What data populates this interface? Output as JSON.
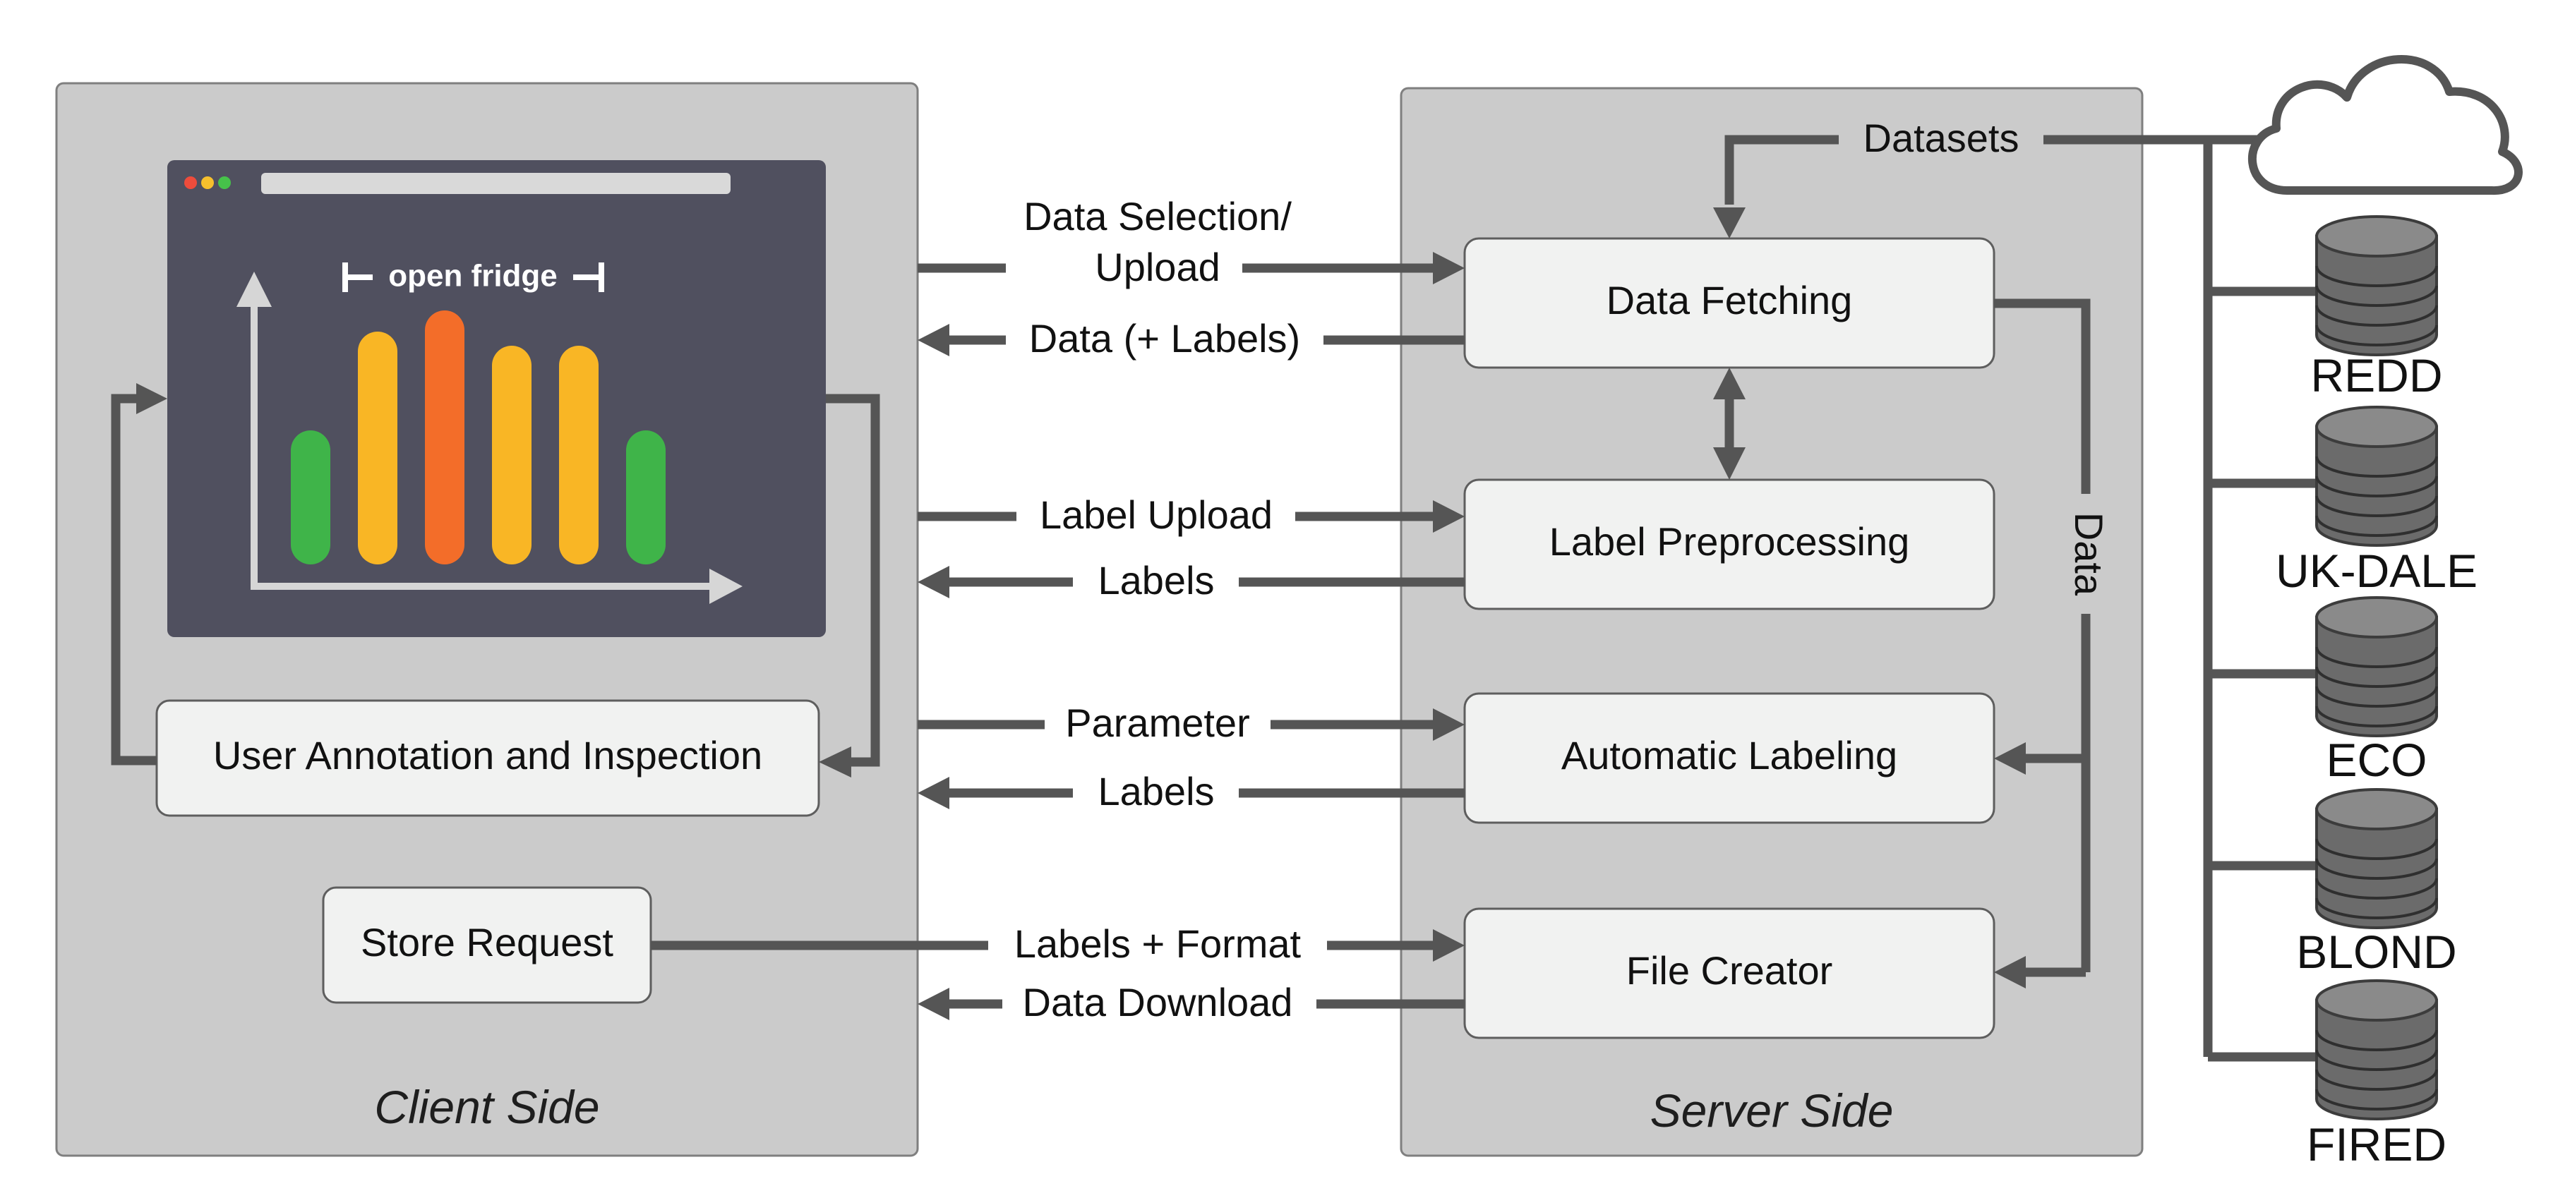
{
  "client": {
    "title": "Client Side",
    "browser_chart": {
      "annotation": "open fridge",
      "bars": [
        {
          "color": "#3fb449",
          "level": 0.38
        },
        {
          "color": "#f9b625",
          "level": 0.66
        },
        {
          "color": "#f36d29",
          "level": 0.72
        },
        {
          "color": "#f9b625",
          "level": 0.62
        },
        {
          "color": "#f9b625",
          "level": 0.62
        },
        {
          "color": "#3fb449",
          "level": 0.38
        }
      ],
      "dots": [
        "#ee4c3c",
        "#f6c02d",
        "#46c24a"
      ]
    },
    "annotation_box": "User Annotation and Inspection",
    "store_box": "Store Request"
  },
  "server": {
    "title": "Server Side",
    "boxes": {
      "fetching": "Data Fetching",
      "preprocessing": "Label Preprocessing",
      "automatic": "Automatic Labeling",
      "file_creator": "File Creator"
    },
    "data_label": "Data"
  },
  "links": {
    "selection_line1": "Data Selection/",
    "selection_line2": "Upload",
    "data_labels": "Data (+ Labels)",
    "label_upload": "Label Upload",
    "labels_1": "Labels",
    "parameter": "Parameter",
    "labels_2": "Labels",
    "labels_format": "Labels + Format",
    "data_download": "Data Download",
    "datasets": "Datasets"
  },
  "datasets": [
    "REDD",
    "UK-DALE",
    "ECO",
    "BLOND",
    "FIRED"
  ],
  "colors": {
    "panel": "#cbcbcb",
    "box": "#f1f2f1",
    "connector": "#555555",
    "browser": "#50505f"
  }
}
